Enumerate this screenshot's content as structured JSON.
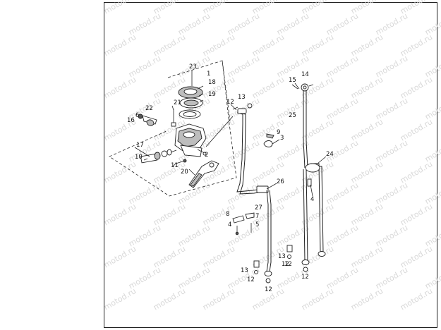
{
  "watermark": "motod.ru",
  "callouts": [
    "23",
    "1",
    "18",
    "19",
    "21",
    "13",
    "12",
    "22",
    "6",
    "16",
    "17",
    "10",
    "11",
    "2",
    "20",
    "9",
    "3",
    "14",
    "15",
    "25",
    "24",
    "4",
    "26",
    "8",
    "27",
    "7",
    "5",
    "4",
    "13",
    "12",
    "12",
    "13",
    "12",
    "12",
    "12"
  ]
}
